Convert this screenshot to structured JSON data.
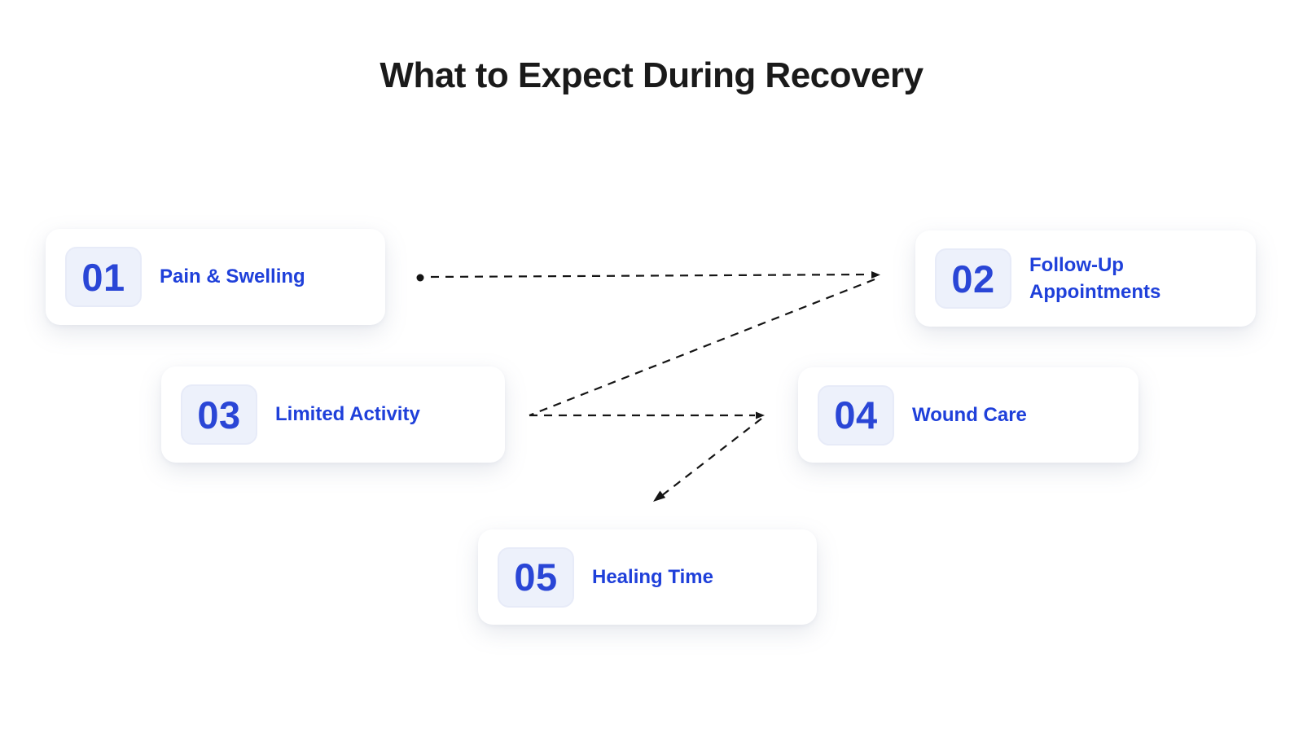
{
  "page": {
    "title": "What to Expect During Recovery"
  },
  "colors": {
    "page_bg": "#ffffff",
    "title_color": "#1a1a1a",
    "card_bg": "#ffffff",
    "badge_bg": "#edf1fb",
    "badge_border": "#e7ebf8",
    "accent_blue": "#2a46d6",
    "label_blue": "#1f40da",
    "connector_color": "#151515"
  },
  "steps": [
    {
      "number": "01",
      "label": "Pain & Swelling"
    },
    {
      "number": "02",
      "label": "Follow-Up Appointments"
    },
    {
      "number": "03",
      "label": "Limited Activity"
    },
    {
      "number": "04",
      "label": "Wound Care"
    },
    {
      "number": "05",
      "label": "Healing Time"
    }
  ]
}
